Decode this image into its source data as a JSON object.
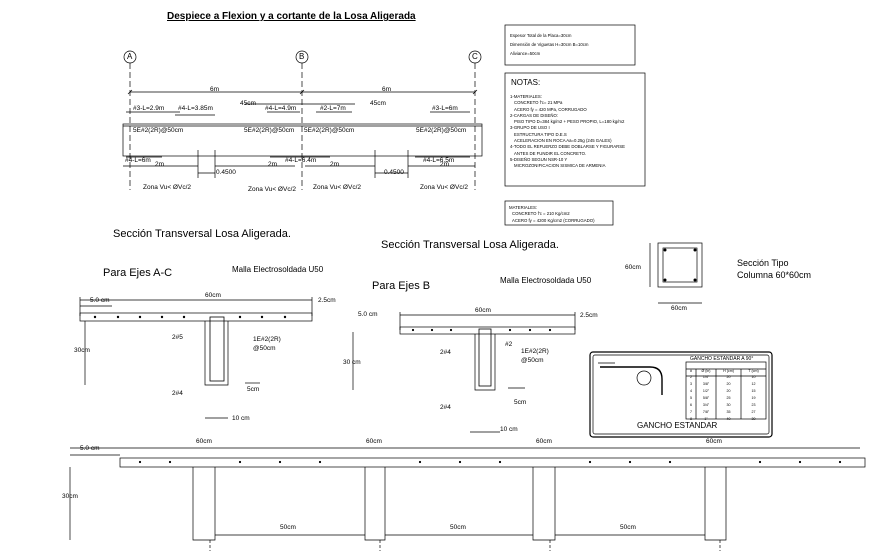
{
  "title": "Despiece a Flexion y a cortante de la Losa Aligerada",
  "axes": [
    "A",
    "B",
    "C"
  ],
  "beam": {
    "spans": [
      "6m",
      "6m"
    ],
    "offsets_top": [
      "45cm",
      "45cm"
    ],
    "top_bars": [
      "#3-L=2.9m",
      "#4-L=3.85m",
      "#4-L=4.9m",
      "#2-L=7m",
      "#3-L=6m"
    ],
    "stirrup_labels": [
      "5E#2(2R)@50cm",
      "5E#2(2R)@50cm",
      "5E#2(2R)@50cm",
      "5E#2(2R)@50cm"
    ],
    "bottom_bars": [
      "#4-L=6m",
      "#4-L=6.4m",
      "#4-L=6.5m"
    ],
    "two_m": [
      "2m",
      "2m",
      "2m",
      "2m"
    ],
    "zones": [
      "Zona Vu< ØVc/2",
      "Zona Vu< ØVc/2",
      "Zona Vu< ØVc/2",
      "Zona Vu< ØVc/2"
    ],
    "dist": [
      "0.4500",
      "0.4500"
    ]
  },
  "info_box": [
    "Espesor Total de la Placa=30cm",
    "Dimensión de Viguetas H=30cm B=10cm",
    "Aliviance=50cm"
  ],
  "notes": {
    "title": "NOTAS:",
    "lines": [
      "1-MATERIALES:",
      "CONCRETO f'c= 21 MPa",
      "ACERO fy = 420 MPa, CORRUGADO",
      "2-CARGAS DE DISEÑO:",
      "PISO TIPO D=384 kg/m2 + PESO PROPIO, L=180 kg/m2",
      "3-GRUPO DE USO I",
      "ESTRUCTURA TIPO D.E.S",
      "ACELERACION EN ROCA Aa=0.25g (245 GALES)",
      "4-TODO EL REFUERZO DEBE DOBLARSE Y FIGURARSE",
      "ANTES DE FUNDIR EL CONCRETO.",
      "5-DISEÑO SEGUN NSR-10 Y",
      "MICROZONIFICACION SISMICA DE ARMENIA"
    ]
  },
  "materials_box": [
    "MATERIALES:",
    "CONCRETO f'c = 210 Kg/cm2",
    "ACERO fy = 4200 Kg/cm2 (CORRUGADO)"
  ],
  "section_ac": {
    "title": "Sección Transversal Losa Aligerada.",
    "subtitle": "Para Ejes A-C",
    "mesh": "Malla Electrosoldada U50",
    "dims": [
      "5.0 cm",
      "60cm",
      "2.5cm",
      "30cm",
      "5cm",
      "10 cm"
    ],
    "bars": [
      "2#5",
      "2#4",
      "1E#2(2R)",
      "@50cm"
    ]
  },
  "section_b": {
    "title": "Sección Transversal Losa Aligerada.",
    "subtitle": "Para Ejes B",
    "mesh": "Malla Electrosoldada U50",
    "dims": [
      "5.0 cm",
      "60cm",
      "2.5cm",
      "30 cm",
      "5cm",
      "10 cm"
    ],
    "bars": [
      "2#4",
      "#2",
      "1E#2(2R)",
      "@50cm",
      "2#4"
    ]
  },
  "column": {
    "title_line1": "Sección Tipo",
    "title_line2": "Columna 60*60cm",
    "dims": [
      "60cm",
      "60cm"
    ]
  },
  "gancho": {
    "title": "GANCHO ESTANDAR",
    "table_title": "GANCHO ESTANDAR A 90°",
    "headers": [
      "#",
      "Ø (in)",
      "H (cm)",
      "T (cm)"
    ],
    "rows": [
      [
        "2",
        "1/4\"",
        "20",
        "10"
      ],
      [
        "3",
        "3/8\"",
        "20",
        "12"
      ],
      [
        "4",
        "1/2\"",
        "20",
        "15"
      ],
      [
        "5",
        "5/8\"",
        "25",
        "19"
      ],
      [
        "6",
        "3/4\"",
        "30",
        "23"
      ],
      [
        "7",
        "7/8\"",
        "35",
        "27"
      ],
      [
        "8",
        "1\"",
        "40",
        "30"
      ]
    ]
  },
  "bottom": {
    "dims_top": [
      "5.0 cm",
      "60cm",
      "60cm",
      "60cm",
      "60cm"
    ],
    "height": "30cm",
    "dims_bottom": [
      "50cm",
      "50cm",
      "50cm"
    ]
  }
}
